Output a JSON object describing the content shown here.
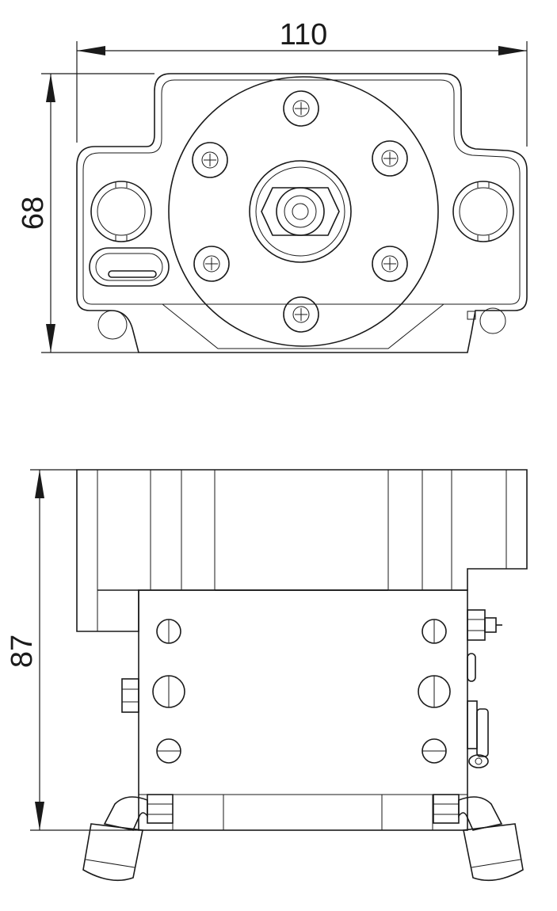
{
  "dimensions": {
    "top_width": "110",
    "top_height": "68",
    "side_height": "87"
  }
}
